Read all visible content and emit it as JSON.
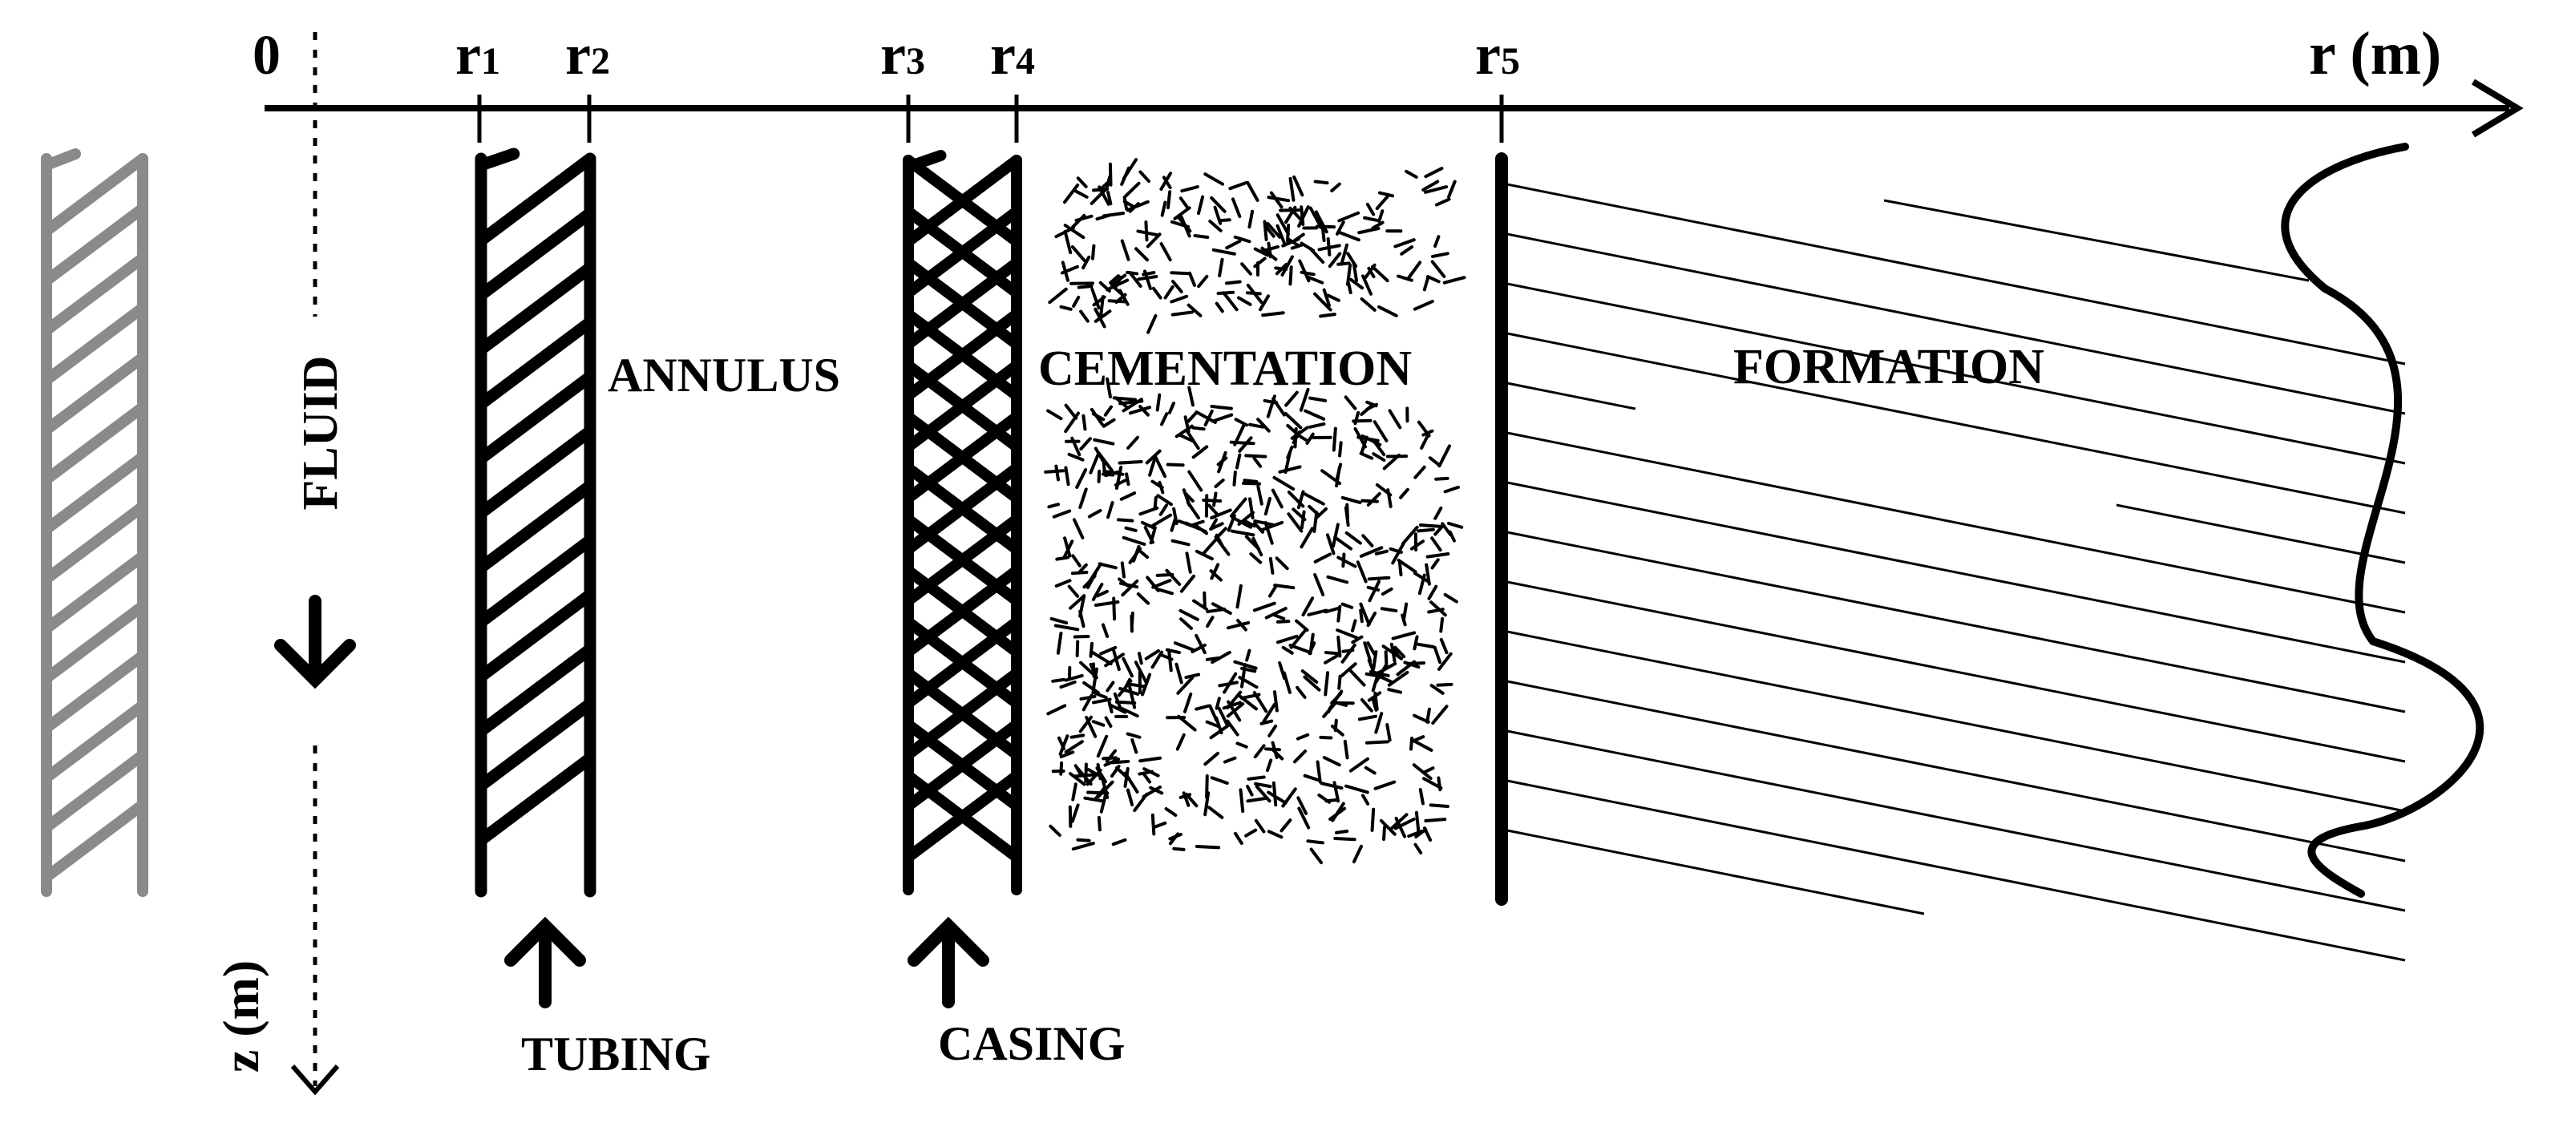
{
  "axis": {
    "origin": "0",
    "r_axis": "r (m)",
    "z_axis": "z (m)"
  },
  "ticks": [
    {
      "base": "r",
      "sub": "1"
    },
    {
      "base": "r",
      "sub": "2"
    },
    {
      "base": "r",
      "sub": "3"
    },
    {
      "base": "r",
      "sub": "4"
    },
    {
      "base": "r",
      "sub": "5"
    }
  ],
  "regions": {
    "fluid": "FLUID",
    "annulus": "ANNULUS",
    "cementation": "CEMENTATION",
    "formation": "FORMATION",
    "tubing": "TUBING",
    "casing": "CASING"
  },
  "colors": {
    "ink": "#000000",
    "mirror": "#8a8a8a"
  }
}
